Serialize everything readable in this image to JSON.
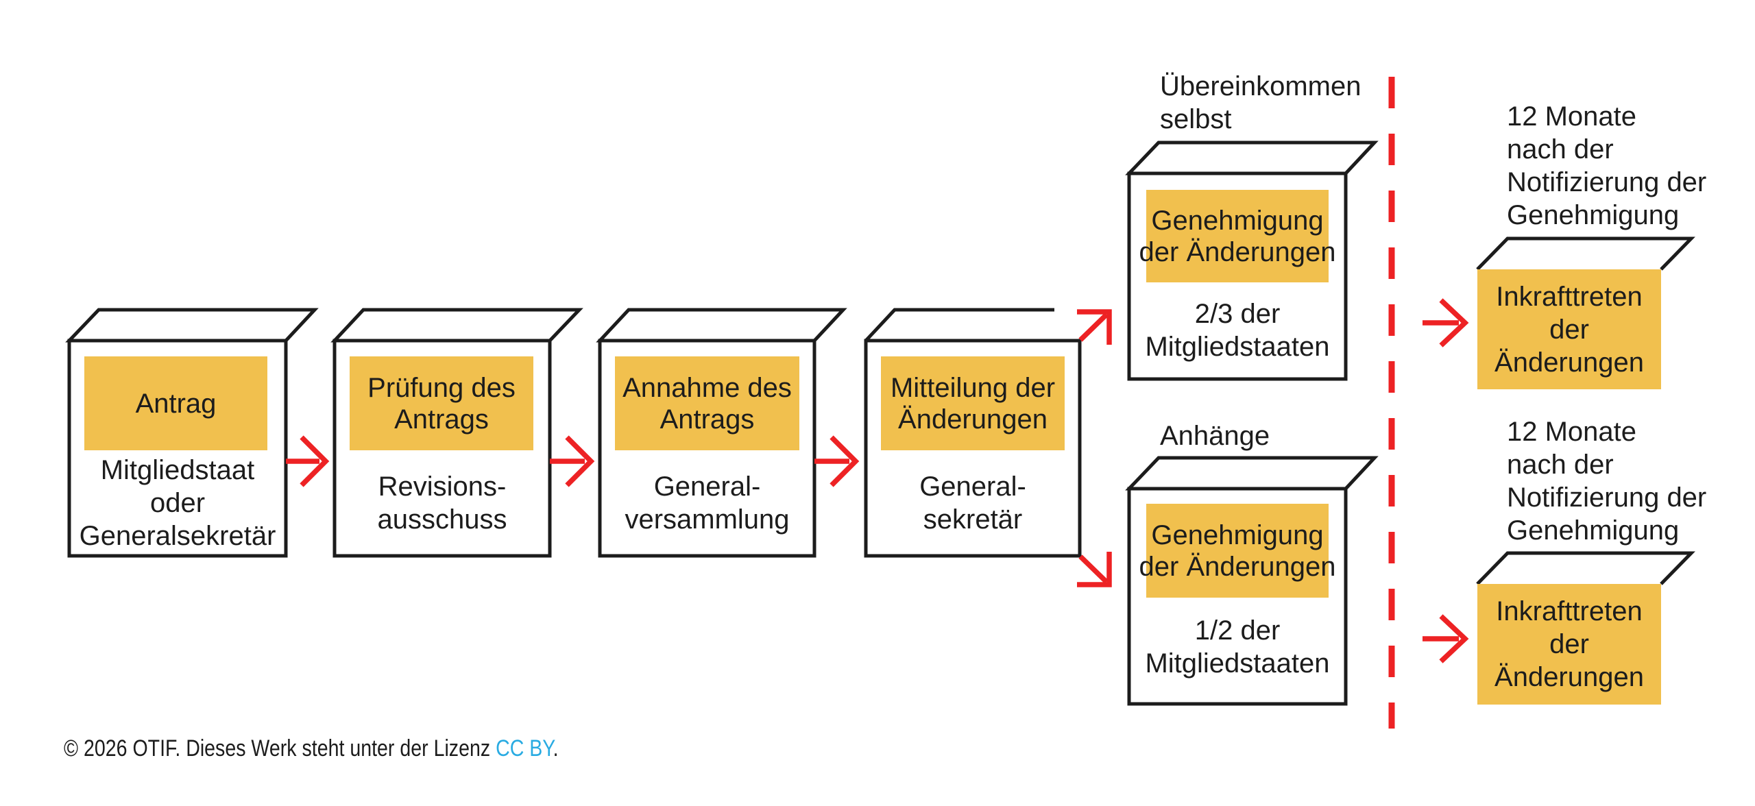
{
  "colors": {
    "accent_yellow": "#F1C04E",
    "arrow_red": "#ED2224",
    "line_black": "#1C1C1C",
    "link_blue": "#29ABE2"
  },
  "flow": {
    "boxes": [
      {
        "header": "Antrag",
        "body": "Mitgliedstaat\noder\nGeneralsekretär"
      },
      {
        "header": "Prüfung des\nAntrags",
        "body": "Revisions-\nausschuss"
      },
      {
        "header": "Annahme des\nAntrags",
        "body": "General-\nversammlung"
      },
      {
        "header": "Mitteilung der\nÄnderungen",
        "body": "General-\nsekretär"
      }
    ],
    "approval_boxes": [
      {
        "label": "Übereinkommen\nselbst",
        "header": "Genehmigung\nder Änderungen",
        "body": "2/3 der\nMitgliedstaaten"
      },
      {
        "label": "Anhänge",
        "header": "Genehmigung\nder Änderungen",
        "body": "1/2 der\nMitgliedstaaten"
      }
    ],
    "entry_boxes": [
      {
        "note": "12 Monate\nnach der\nNotifizierung der\nGenehmigung",
        "label": "Inkrafttreten\nder\nÄnderungen"
      },
      {
        "note": "12 Monate\nnach der\nNotifizierung der\nGenehmigung",
        "label": "Inkrafttreten\nder\nÄnderungen"
      }
    ]
  },
  "footer": {
    "copyright": "© 2026 OTIF. Dieses Werk steht unter der Lizenz ",
    "license": "CC BY",
    "period": "."
  }
}
